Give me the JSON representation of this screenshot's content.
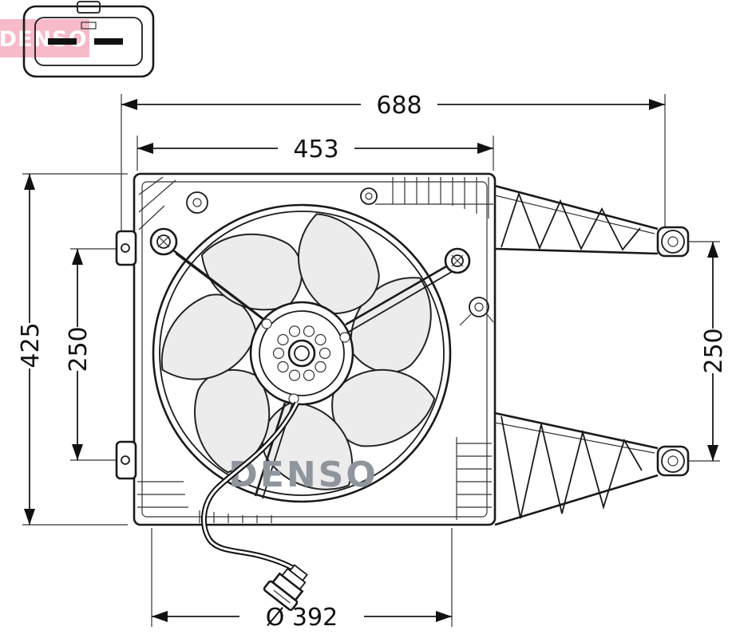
{
  "brand_logo": {
    "text": "DENSO",
    "color": "#f5b3c2"
  },
  "watermark": {
    "text": "DENSO",
    "color": "#8f959c"
  },
  "dimensions": {
    "overall_width": "688",
    "shroud_width": "453",
    "overall_height": "425",
    "left_mount_pitch": "250",
    "right_mount_pitch": "250",
    "fan_diameter": "Ø 392"
  },
  "drawing": {
    "line_color": "#1a1a1a",
    "blade_fill": "#ececec"
  }
}
